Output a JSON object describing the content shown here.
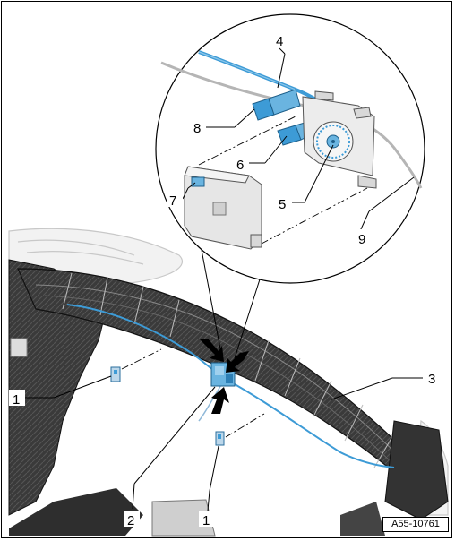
{
  "callouts": {
    "c1_left": "1",
    "c1_bottom": "1",
    "c2": "2",
    "c3": "3",
    "c4": "4",
    "c5": "5",
    "c6": "6",
    "c7": "7",
    "c8": "8",
    "c9": "9"
  },
  "reference_code": "A55-10761",
  "colors": {
    "cable_blue": "#3d9bd6",
    "cable_grey": "#b5b5b5",
    "frame_dark": "#2a2a2a",
    "part_light": "#e6e6e6"
  }
}
